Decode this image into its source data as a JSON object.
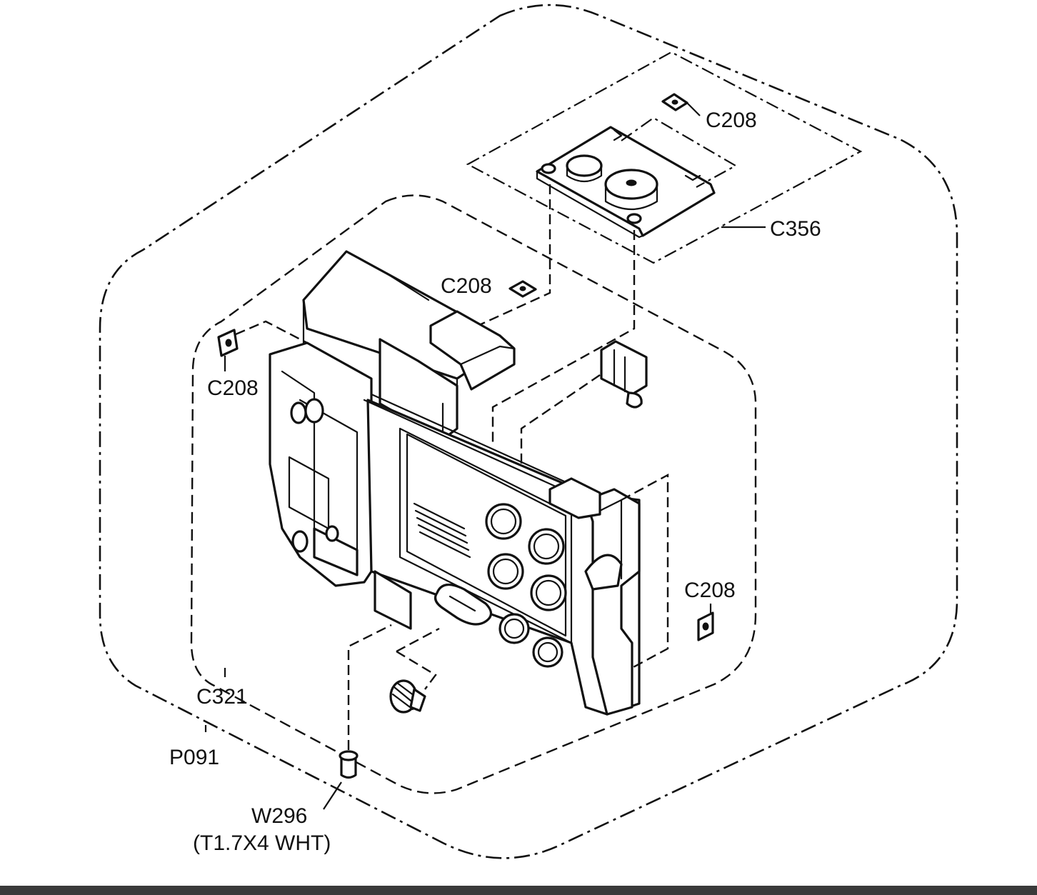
{
  "diagram": {
    "callouts": {
      "c208_top": "C208",
      "c356": "C356",
      "c208_mid": "C208",
      "c208_left": "C208",
      "c208_right": "C208",
      "c321": "C321",
      "p091": "P091",
      "w296": "W296",
      "w296_spec": "(T1.7X4 WHT)"
    }
  }
}
